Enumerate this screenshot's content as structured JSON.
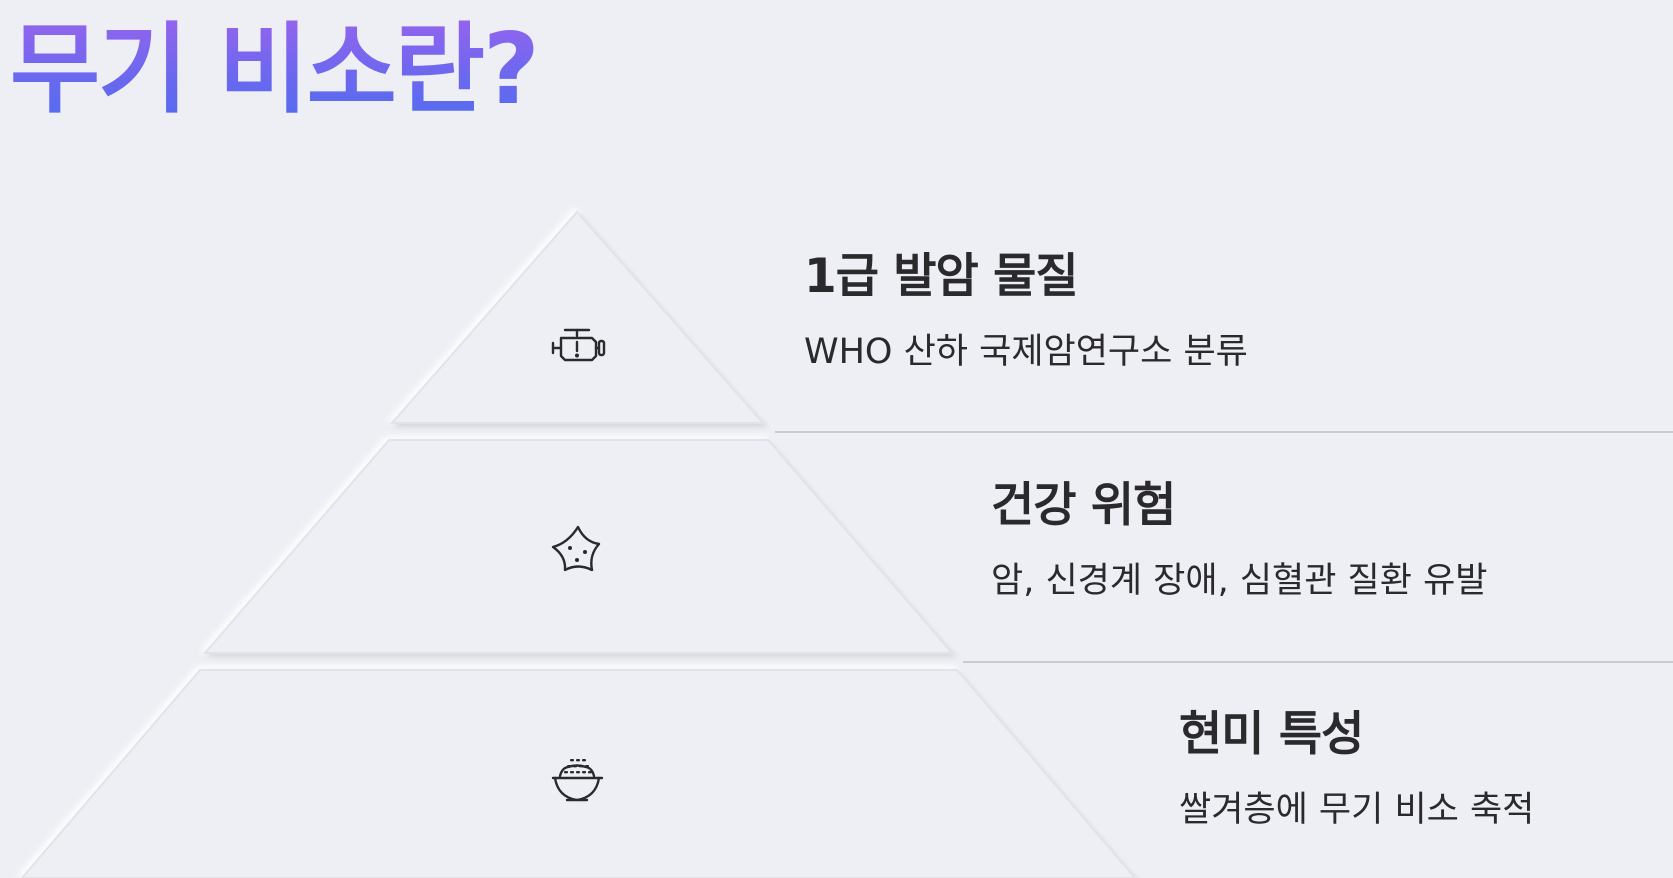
{
  "title": "무기 비소란?",
  "levels": [
    {
      "heading": "1급 발암 물질",
      "description": "WHO 산하 국제암연구소 분류",
      "icon": "warning-engine-icon"
    },
    {
      "heading": "건강 위험",
      "description": "암, 신경계 장애, 심혈관 질환 유발",
      "icon": "germ-icon"
    },
    {
      "heading": "현미 특성",
      "description": "쌀겨층에 무기 비소 축적",
      "icon": "rice-bowl-icon"
    }
  ],
  "colors": {
    "background": "#eeeff4",
    "title_gradient_top": "#9a63ee",
    "title_gradient_bottom": "#4f6df0",
    "text": "#2a2a2d",
    "divider": "#c9cad3"
  }
}
